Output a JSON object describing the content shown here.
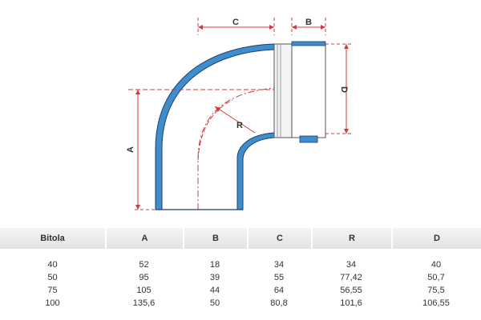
{
  "diagram": {
    "dimension_labels": {
      "A": "A",
      "B": "B",
      "C": "C",
      "D": "D",
      "R": "R"
    },
    "colors": {
      "pipe_fill": "#3f8ecb",
      "pipe_outline": "#1a3f73",
      "dimension_line": "#d23a3a",
      "outline": "#555555"
    }
  },
  "table": {
    "headers": [
      "Bitola",
      "A",
      "B",
      "C",
      "R",
      "D"
    ],
    "rows": [
      [
        "40",
        "52",
        "18",
        "34",
        "34",
        "40"
      ],
      [
        "50",
        "95",
        "39",
        "55",
        "77,42",
        "50,7"
      ],
      [
        "75",
        "105",
        "44",
        "64",
        "56,55",
        "75,5"
      ],
      [
        "100",
        "135,6",
        "50",
        "80,8",
        "101,6",
        "106,55"
      ]
    ]
  }
}
